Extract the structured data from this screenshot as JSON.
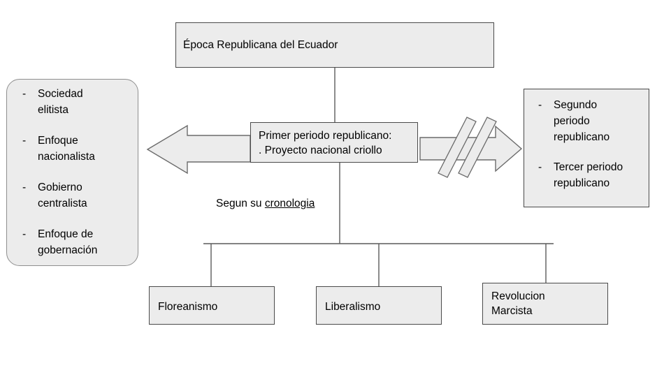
{
  "diagram": {
    "title_node": {
      "id": "epoca-republicana",
      "label": "Época Republicana del Ecuador"
    },
    "center_node": {
      "id": "primer-periodo",
      "line1": "Primer periodo republicano:",
      "line2": ". Proyecto nacional criollo"
    },
    "left_panel": {
      "id": "caracteristicas",
      "bullet_marker": "-",
      "items": [
        {
          "label": "Sociedad\nelitista"
        },
        {
          "label": "Enfoque\nnacionalista"
        },
        {
          "label": "Gobierno\ncentralista"
        },
        {
          "label": "Enfoque de\ngobernación"
        }
      ]
    },
    "right_panel": {
      "id": "otros-periodos",
      "bullet_marker": "-",
      "items": [
        {
          "label": "Segundo\nperiodo\nrepublicano"
        },
        {
          "label": "Tercer periodo\nrepublicano"
        }
      ]
    },
    "branch_label": {
      "prefix": "Segun su ",
      "underlined": "cronologia"
    },
    "bottom_nodes": [
      {
        "id": "floreanismo",
        "label": "Floreanismo"
      },
      {
        "id": "liberalismo",
        "label": "Liberalismo"
      },
      {
        "id": "revolucion-marcista",
        "line1": "Revolucion",
        "line2": "Marcista"
      }
    ],
    "arrows": [
      {
        "id": "arrow-left",
        "direction": "left"
      },
      {
        "id": "arrow-right",
        "direction": "right",
        "decoration": "double-slash"
      }
    ],
    "colors": {
      "node_fill": "#ececec",
      "node_border": "#4a4a4a",
      "panel_border": "#8f8f8f",
      "arrow_fill": "#ececec",
      "arrow_border": "#6b6b6b",
      "connector": "#5a5a5a",
      "background": "#ffffff",
      "text": "#000000"
    }
  }
}
